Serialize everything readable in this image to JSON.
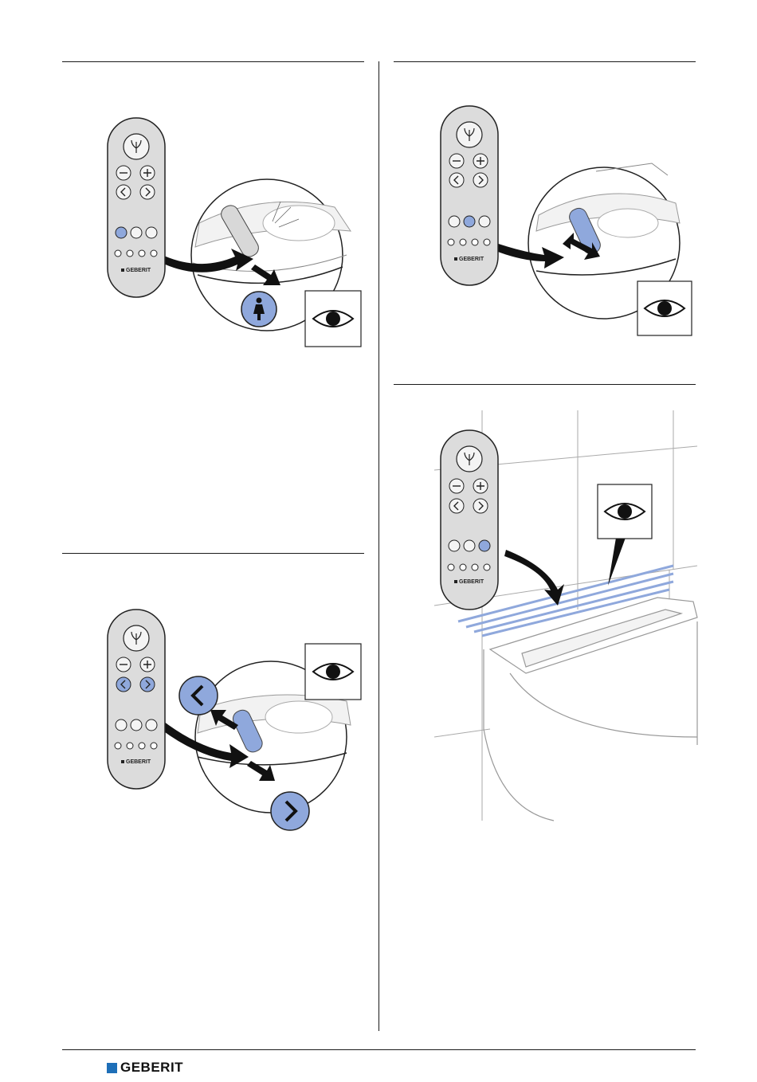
{
  "document": {
    "brand": "GEBERIT",
    "brand_color": "#1e6fb8",
    "highlight_color": "#8fa8dc"
  },
  "panels": [
    {
      "id": "step-1",
      "highlighted_buttons": [
        "lady-wash-button"
      ],
      "callout_icons": [
        "lady-wash-icon",
        "eye-icon"
      ]
    },
    {
      "id": "step-2",
      "highlighted_buttons": [
        "dryer-button"
      ],
      "callout_icons": [
        "eye-icon"
      ]
    },
    {
      "id": "step-3",
      "highlighted_buttons": [
        "left-button",
        "right-button"
      ],
      "callout_icons": [
        "arrow-left-icon",
        "arrow-right-icon",
        "eye-icon"
      ]
    },
    {
      "id": "step-4",
      "highlighted_buttons": [
        "light-button"
      ],
      "callout_icons": [
        "eye-icon"
      ]
    }
  ],
  "remote": {
    "brand_label": "GEBERIT"
  }
}
